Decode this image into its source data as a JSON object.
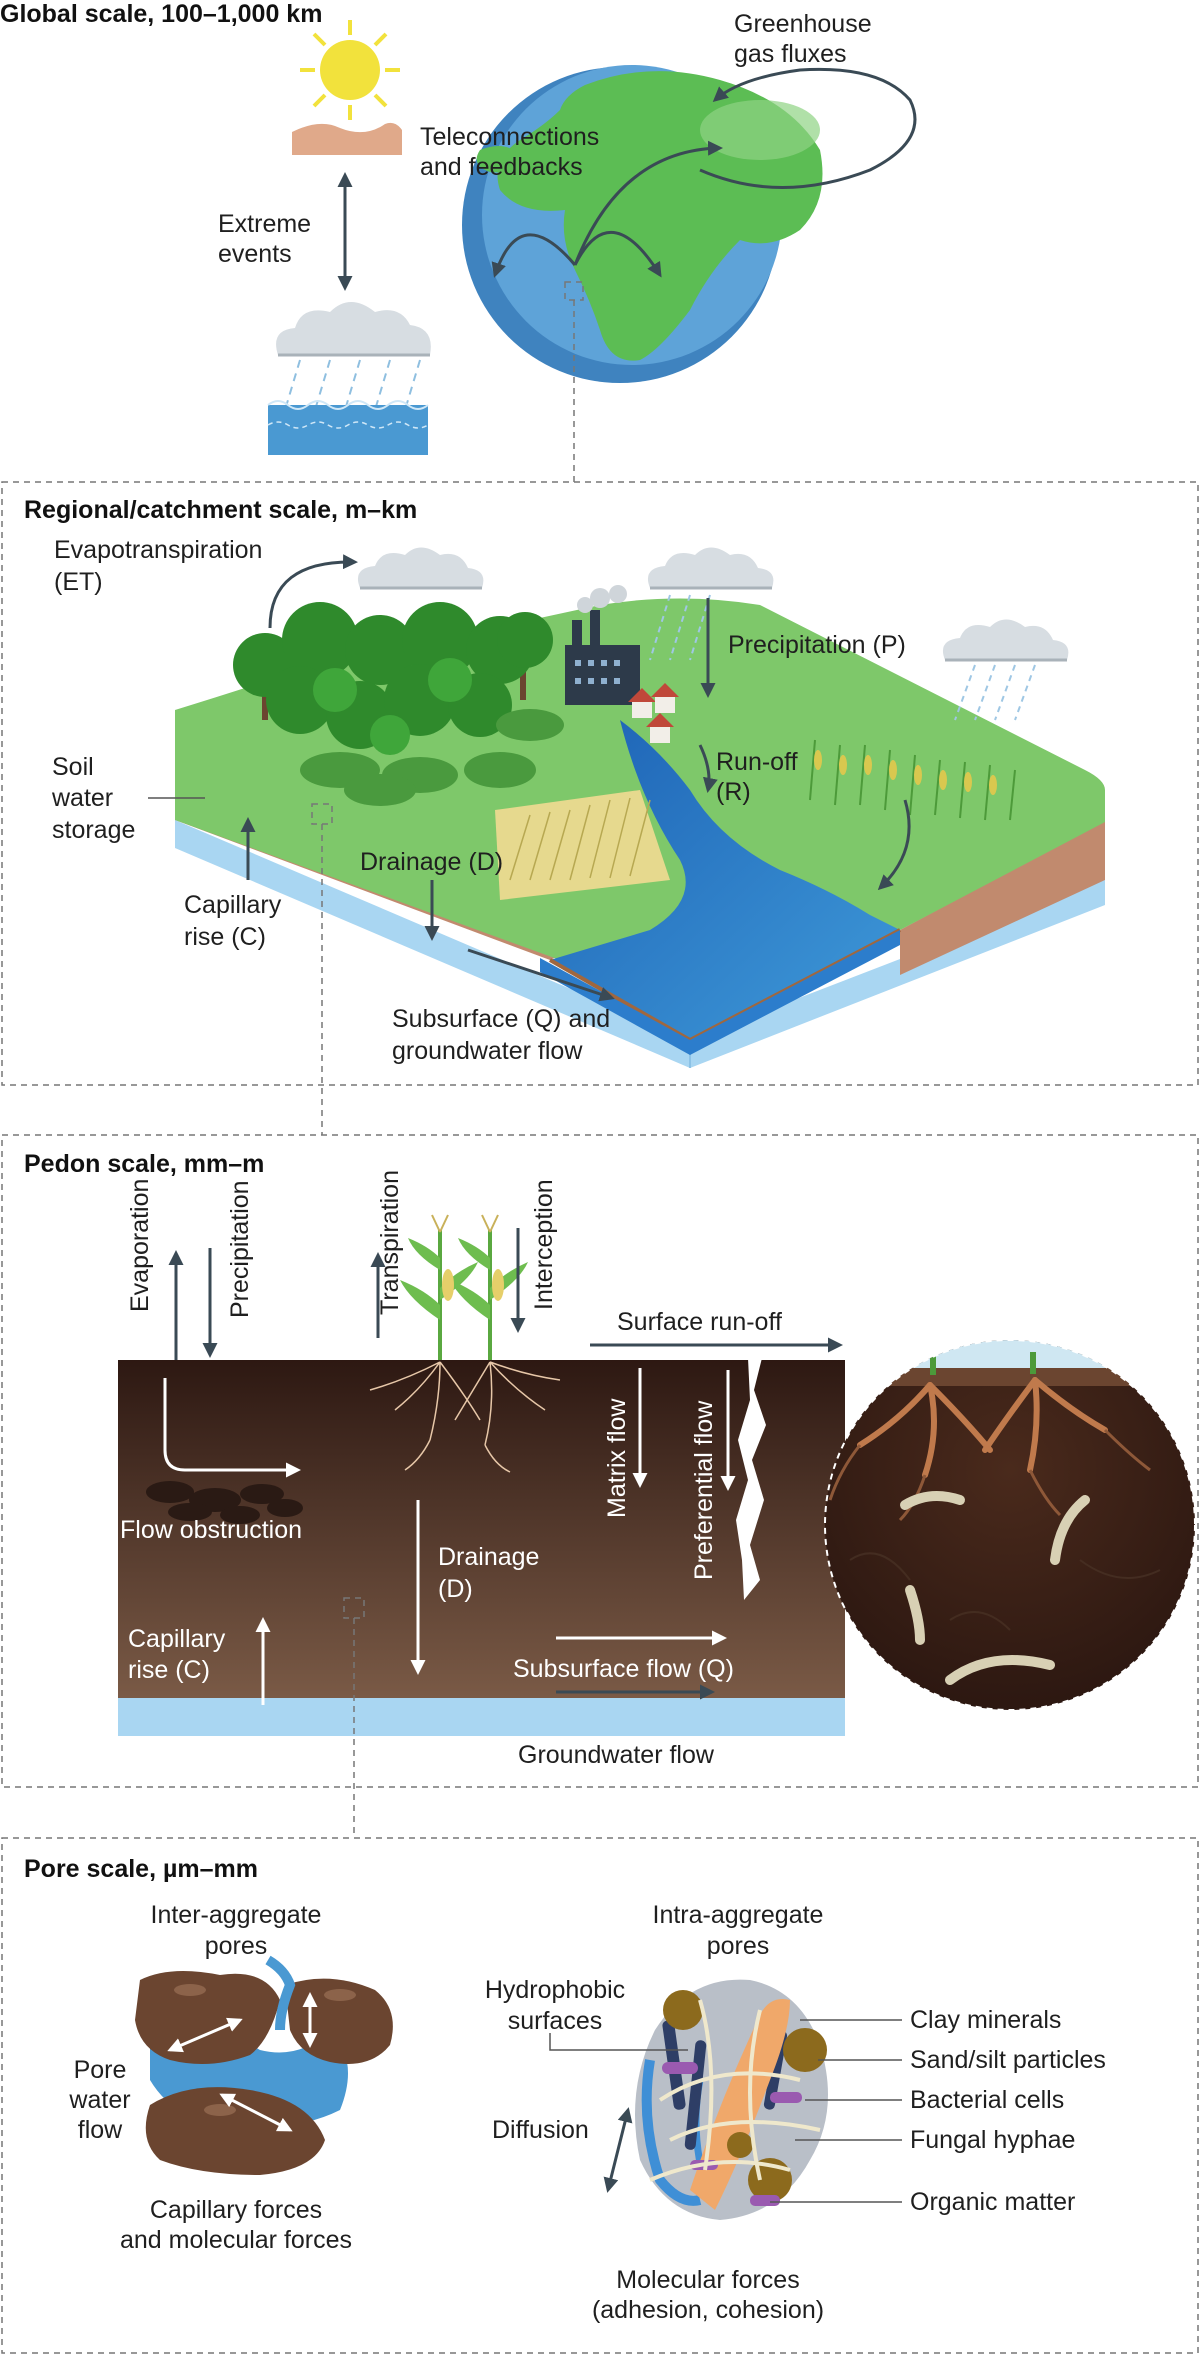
{
  "global": {
    "title": "Global scale, 100–1,000 km",
    "greenhouse": [
      "Greenhouse",
      "gas fluxes"
    ],
    "teleconnections": [
      "Teleconnections",
      "and feedbacks"
    ],
    "extreme": [
      "Extreme",
      "events"
    ]
  },
  "regional": {
    "title": "Regional/catchment scale, m–km",
    "evapotranspiration": [
      "Evapotranspiration",
      "(ET)"
    ],
    "precipitation": "Precipitation (P)",
    "runoff": [
      "Run-off",
      "(R)"
    ],
    "soil_storage": [
      "Soil",
      "water",
      "storage"
    ],
    "drainage": "Drainage (D)",
    "capillary": [
      "Capillary",
      "rise (C)"
    ],
    "subsurface": [
      "Subsurface (Q) and",
      "groundwater flow"
    ]
  },
  "pedon": {
    "title": "Pedon scale, mm–m",
    "evaporation": "Evaporation",
    "precipitation": "Precipitation",
    "transpiration": "Transpiration",
    "interception": "Interception",
    "surface_runoff": "Surface run-off",
    "matrix_flow": "Matrix flow",
    "preferential_flow": "Preferential flow",
    "flow_obstruction": "Flow obstruction",
    "drainage": [
      "Drainage",
      "(D)"
    ],
    "capillary": [
      "Capillary",
      "rise (C)"
    ],
    "subsurface": "Subsurface flow (Q)",
    "groundwater": "Groundwater flow"
  },
  "pore": {
    "title": "Pore scale, µm–mm",
    "inter": [
      "Inter-aggregate",
      "pores"
    ],
    "intra": [
      "Intra-aggregate",
      "pores"
    ],
    "pore_water": [
      "Pore",
      "water",
      "flow"
    ],
    "capillary_forces": [
      "Capillary forces",
      "and molecular forces"
    ],
    "hydrophobic": [
      "Hydrophobic",
      "surfaces"
    ],
    "diffusion": "Diffusion",
    "clay": "Clay minerals",
    "sand": "Sand/silt particles",
    "bacteria": "Bacterial cells",
    "fungal": "Fungal hyphae",
    "organic": "Organic matter",
    "molecular": [
      "Molecular forces",
      "(adhesion, cohesion)"
    ]
  },
  "colors": {
    "ocean": "#4f97cf",
    "land": "#5cbd54",
    "soil_brown": "#6b4530",
    "water_light": "#a9d6f2",
    "arrow_dark": "#3a4a55"
  }
}
